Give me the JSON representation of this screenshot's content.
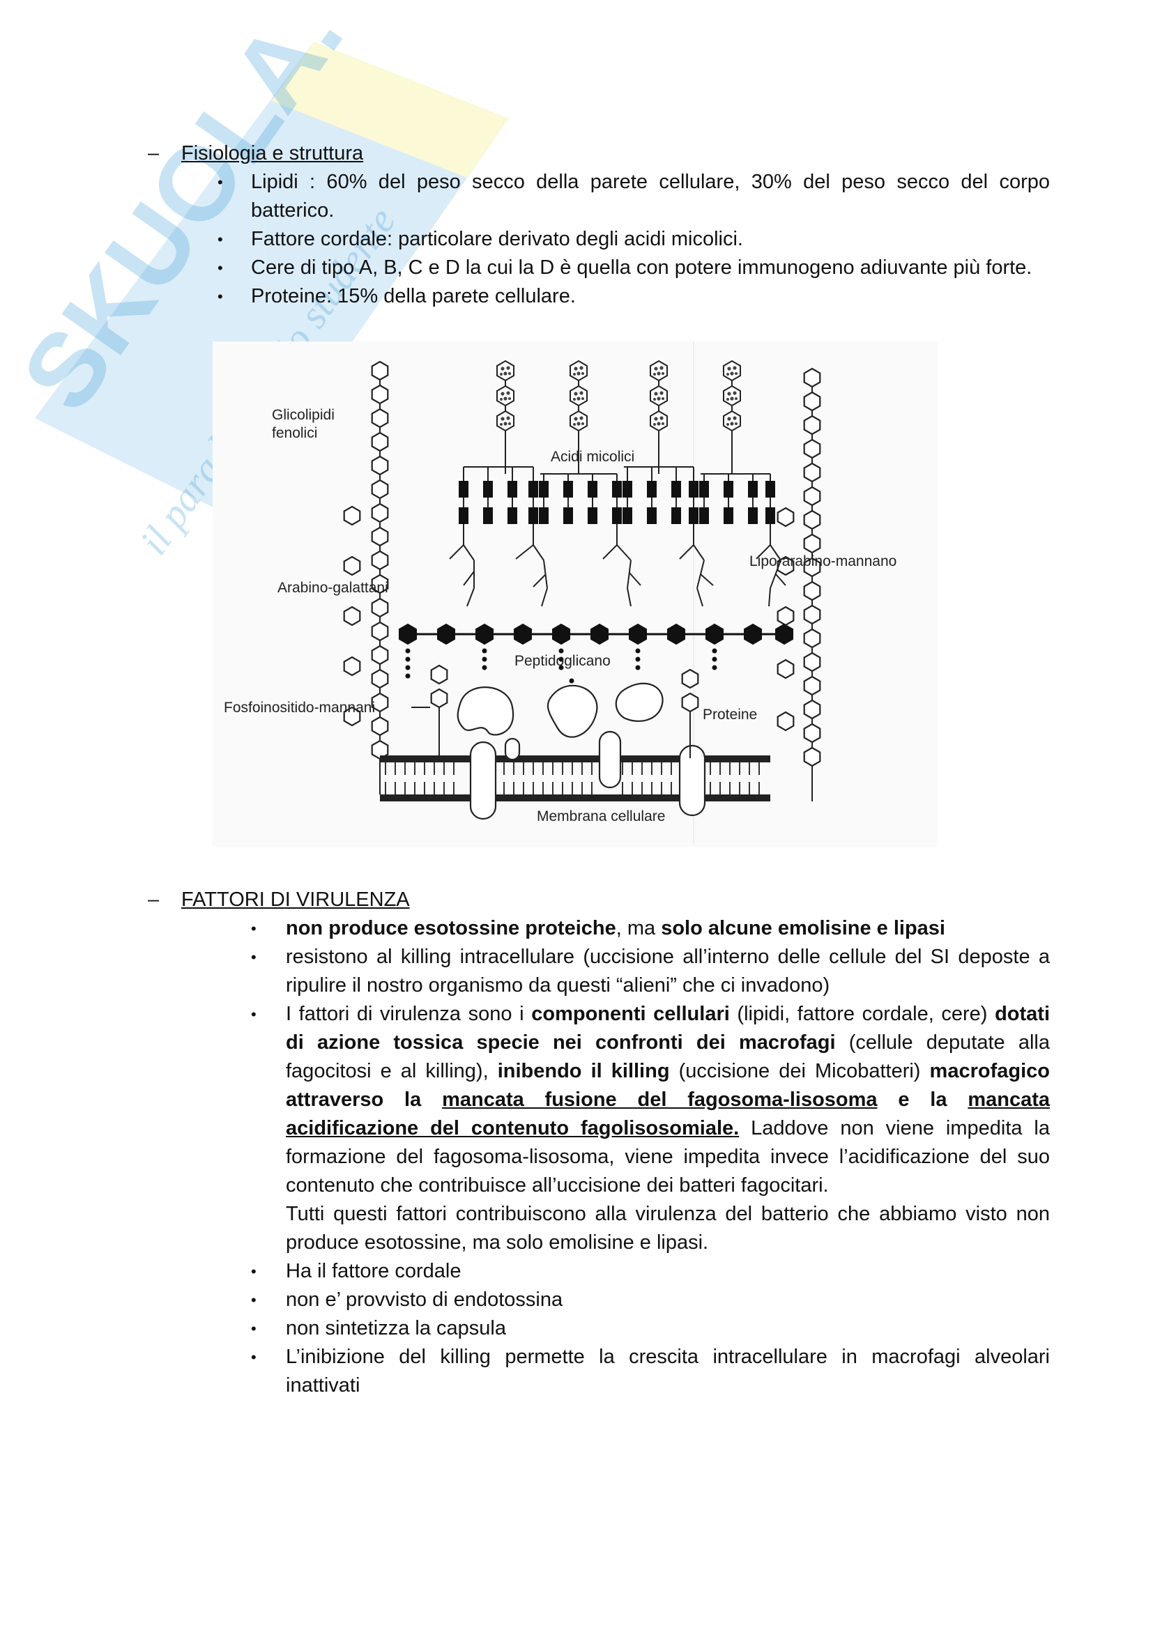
{
  "watermark": {
    "brand": "SKUOLA.net",
    "tagline": "il paradiso dello studente"
  },
  "section1": {
    "dash": "–",
    "title": "Fisiologia e struttura",
    "items": [
      "Lipidi : 60% del peso secco della parete cellulare, 30% del peso secco del corpo batterico.",
      "Fattore cordale: particolare derivato degli acidi micolici.",
      "Cere di tipo A, B, C e D la cui la D è quella con potere immunogeno adiuvante più forte.",
      "Proteine: 15% della parete cellulare."
    ]
  },
  "diagram": {
    "labels": {
      "glicolipidi1": "Glicolipidi",
      "glicolipidi2": "fenolici",
      "acidi_micolici": "Acidi micolici",
      "lipo_arabino_mannano": "Lipo-arabino-mannano",
      "arabino_galattani": "Arabino-galattani",
      "peptidoglicano": "Peptidoglicano",
      "fosfoinositido_mannani": "Fosfoinositido-mannani",
      "proteine": "Proteine",
      "membrana_cellulare": "Membrana cellulare"
    }
  },
  "section2": {
    "dash": "–",
    "title": "FATTORI DI VIRULENZA",
    "item1": {
      "b1": "non produce esotossine proteiche",
      "t1": ", ma ",
      "b2": "solo alcune emolisine e lipasi"
    },
    "item2": "resistono al killing intracellulare (uccisione all’interno delle cellule del SI deposte a ripulire il nostro organismo da questi “alieni” che ci invadono)",
    "item3": {
      "t1": "I fattori di virulenza sono i ",
      "b1": "componenti cellulari",
      "t2": " (lipidi, fattore cordale, cere) ",
      "b2": "dotati di azione tossica specie nei confronti dei macrofagi",
      "t3": " (cellule deputate alla fagocitosi e al killing), ",
      "b3": "inibendo il killing",
      "t4": " (uccisione dei Micobatteri) ",
      "b4": "macrofagico attraverso la ",
      "bu1": "mancata fusione del fagosoma-lisosoma",
      "b5": " e la ",
      "bu2": "mancata acidificazione del contenuto fagolisosomiale",
      "b6": ".",
      "t5": " Laddove non viene impedita la formazione del fagosoma-lisosoma, viene impedita invece l’acidificazione del suo contenuto che contribuisce all’uccisione dei batteri fagocitari.",
      "t6": "Tutti questi fattori contribuiscono alla virulenza del batterio che abbiamo visto non produce esotossine, ma solo emolisine e lipasi."
    },
    "item4": "Ha il fattore cordale",
    "item5": "non e’ provvisto di endotossina",
    "item6": "non sintetizza la capsula",
    "item7": "L’inibizione del killing permette la crescita intracellulare in macrofagi alveolari inattivati"
  }
}
